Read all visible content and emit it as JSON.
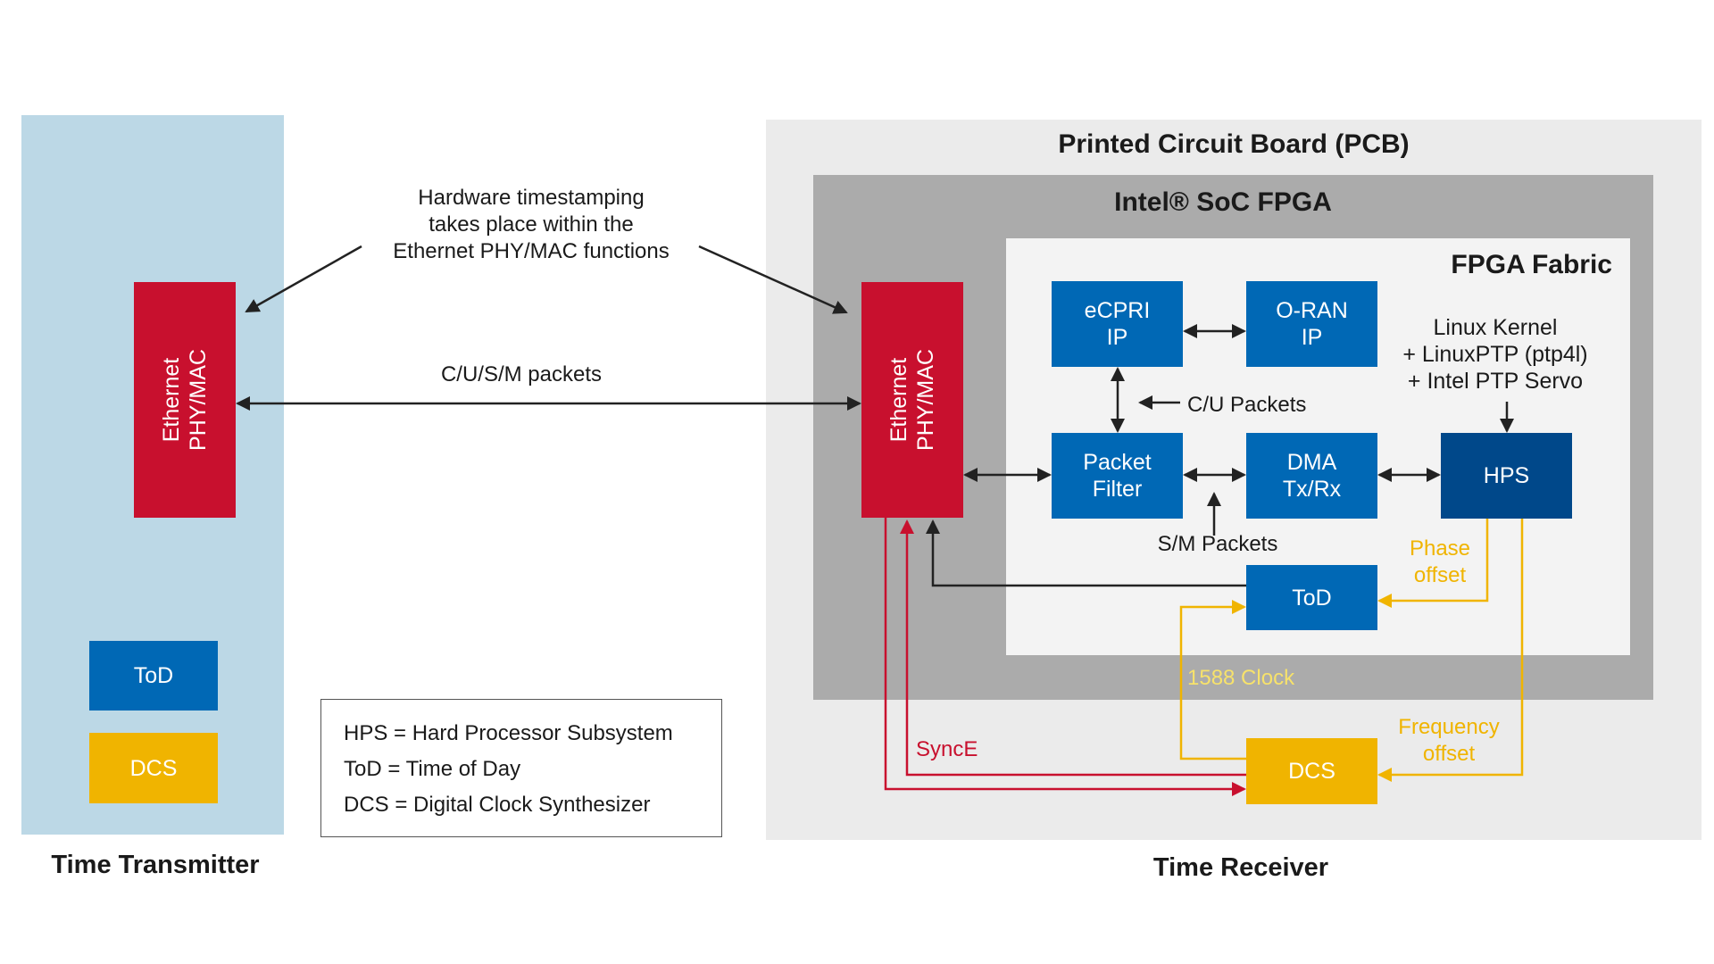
{
  "transmitter": {
    "title": "Time Transmitter",
    "phy_label": "Ethernet\nPHY/MAC",
    "tod_label": "ToD",
    "dcs_label": "DCS"
  },
  "receiver": {
    "title": "Time Receiver",
    "pcb_label": "Printed Circuit Board (PCB)",
    "soc_label": "Intel® SoC FPGA",
    "fabric_label": "FPGA Fabric",
    "phy_label": "Ethernet\nPHY/MAC",
    "ecpri_label": "eCPRI\nIP",
    "oran_label": "O-RAN\nIP",
    "packet_filter_label": "Packet\nFilter",
    "dma_label": "DMA\nTx/Rx",
    "hps_label": "HPS",
    "tod_label": "ToD",
    "dcs_label": "DCS",
    "linux_label": "Linux Kernel\n+ LinuxPTP (ptp4l)\n+ Intel PTP Servo"
  },
  "annotations": {
    "hw_timestamp": "Hardware timestamping\ntakes place within the\nEthernet PHY/MAC functions",
    "cusm_packets": "C/U/S/M packets",
    "cu_packets": "C/U Packets",
    "sm_packets": "S/M Packets",
    "phase_offset": "Phase\noffset",
    "frequency_offset": "Frequency\noffset",
    "clock_1588": "1588 Clock",
    "synce": "SyncE"
  },
  "legend": {
    "items": [
      "HPS = Hard Processor Subsystem",
      "ToD = Time of Day",
      "DCS = Digital Clock Synthesizer"
    ]
  },
  "colors": {
    "transmitter_bg": "#bcd8e6",
    "pcb_bg": "#ebebeb",
    "soc_bg": "#ababab",
    "fabric_bg": "#f3f3f3",
    "phy_red": "#c8102e",
    "ip_blue": "#0068b5",
    "hps_blue": "#00488a",
    "dcs_gold": "#f0b400",
    "yellow_line": "#f0b400",
    "clock_text": "#f7e26b",
    "red_line": "#c8102e",
    "black_line": "#222222"
  }
}
